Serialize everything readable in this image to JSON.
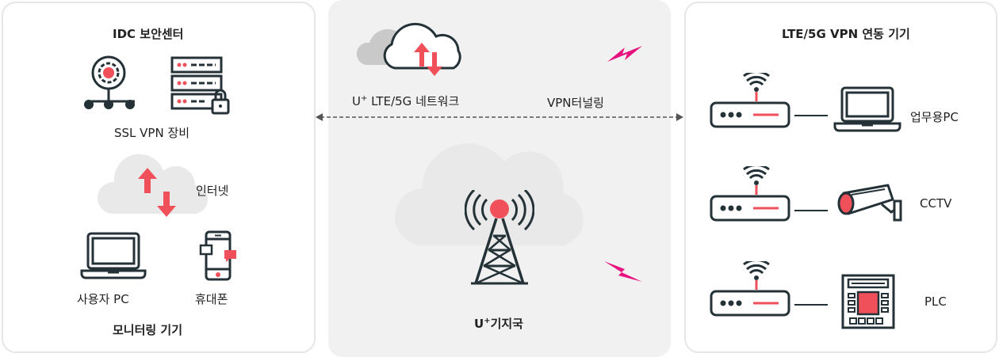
{
  "left": {
    "title": "IDC 보안센터",
    "ssl_label": "SSL VPN 장비",
    "internet_label": "인터넷",
    "user_pc_label": "사용자 PC",
    "phone_label": "휴대폰",
    "footer": "모니터링 기기"
  },
  "middle": {
    "network_prefix": "U",
    "network_sup": "+",
    "network_suffix": " LTE/5G 네트워크",
    "vpn_label": "VPN터널링",
    "station_prefix": "U",
    "station_sup": "+",
    "station_suffix": "기지국"
  },
  "right": {
    "title": "LTE/5G VPN 연동 기기",
    "devices": [
      {
        "label": "업무용PC",
        "icon": "laptop-icon"
      },
      {
        "label": "CCTV",
        "icon": "cctv-camera-icon"
      },
      {
        "label": "PLC",
        "icon": "plc-controller-icon"
      }
    ]
  },
  "colors": {
    "accent_red": "#f0505a",
    "dark": "#243238",
    "lightning": "#e8117f",
    "cloud_light": "#e9e9e9",
    "cloud_gray": "#c9c9c9"
  }
}
